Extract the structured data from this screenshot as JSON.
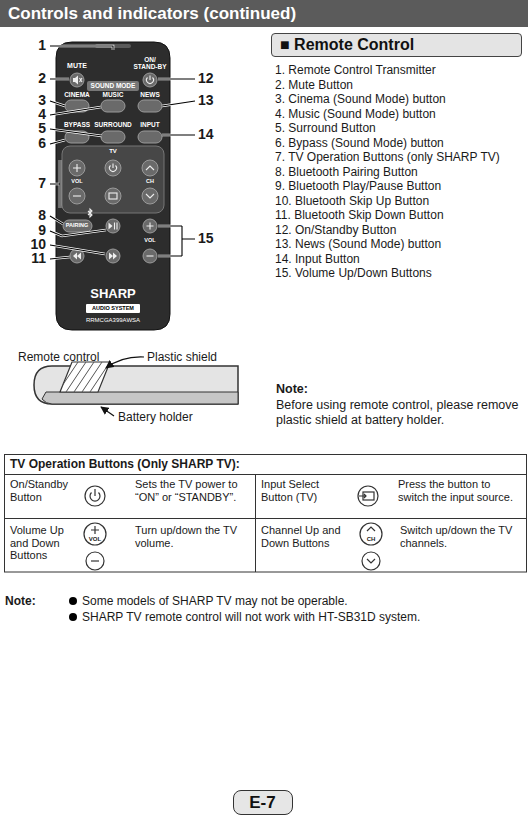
{
  "diagram": {
    "title": "Controls and indicators (continued)",
    "nodes": [
      {
        "text": [
          "MUTE",
          "ON/ STAND-BY",
          "SOUND MODE",
          "CINEMA",
          "MUSIC",
          "NEWS",
          "BYPASS",
          "SURROUND",
          "INPUT",
          "TV",
          "VOL",
          "CH",
          "PAIRING",
          "VOL",
          "SHARP",
          "AUDIO SYSTEM",
          "RRMCGA399AWSA"
        ]
      },
      {
        "text": [
          "■ Remote Control"
        ]
      },
      {
        "text": [
          "E-7"
        ]
      }
    ],
    "labels": [
      "1",
      "2",
      "3",
      "4",
      "5",
      "6",
      "7",
      "8",
      "9",
      "10",
      "11",
      "12",
      "13",
      "14",
      "15",
      "1. Remote Control Transmitter",
      "2. Mute Button",
      "3. Cinema (Sound Mode) button",
      "4. Music (Sound Mode) button",
      "5. Surround Button",
      "6. Bypass (Sound Mode) button",
      "7. TV Operation Buttons (only SHARP TV)",
      "8. Bluetooth Pairing Button",
      "9. Bluetooth Play/Pause Button",
      "10. Bluetooth Skip Up Button",
      "11. Bluetooth Skip Down Button",
      "12. On/Standby Button",
      "13. News (Sound Mode) button",
      "14. Input Button",
      "15. Volume Up/Down Buttons",
      "Remote control",
      "Plastic shield",
      "Battery holder",
      "Note:",
      "Before using remote control, please remove plastic shield at battery holder.",
      "TV Operation Buttons (Only SHARP TV):",
      "On/Standby Button",
      "Sets the TV power to “ON” or “STANDBY”.",
      "Input Select Button (TV)",
      "Press the button to switch the input source.",
      "Volume Up and Down Buttons",
      "VOL",
      "Turn up/down the TV volume.",
      "Channel Up and Down Buttons",
      "CH",
      "Switch up/down the TV channels.",
      "Note:",
      "Some models of SHARP TV may not be operable.",
      "SHARP TV remote control will not work with HT-SB31D system."
    ]
  }
}
